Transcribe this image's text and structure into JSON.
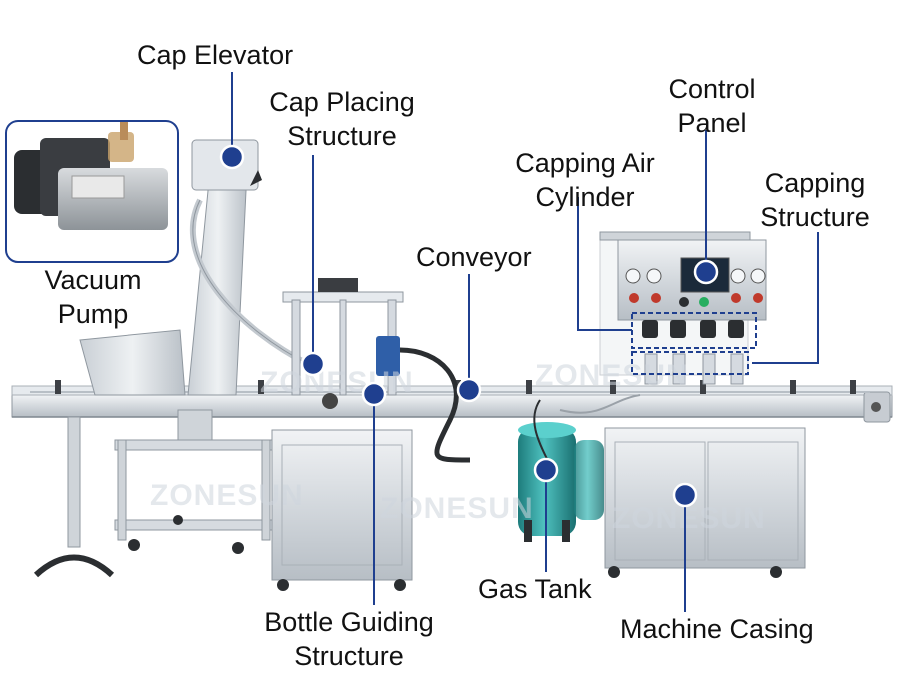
{
  "diagram": {
    "labels": {
      "cap_elevator": "Cap Elevator",
      "cap_placing_line1": "Cap Placing",
      "cap_placing_line2": "Structure",
      "control_panel_line1": "Control",
      "control_panel_line2": "Panel",
      "capping_air_line1": "Capping Air",
      "capping_air_line2": "Cylinder",
      "capping_structure_line1": "Capping",
      "capping_structure_line2": "Structure",
      "conveyor": "Conveyor",
      "vacuum_pump_line1": "Vacuum",
      "vacuum_pump_line2": "Pump",
      "gas_tank": "Gas Tank",
      "machine_casing": "Machine Casing",
      "bottle_guiding_line1": "Bottle Guiding",
      "bottle_guiding_line2": "Structure"
    },
    "watermark": "ZONESUN",
    "colors": {
      "marker": "#1f3f8f",
      "leader": "#1f3f8f",
      "steel": "#d9dde2",
      "steel_dark": "#9aa1a8",
      "tank": "#2a9a9a"
    }
  }
}
